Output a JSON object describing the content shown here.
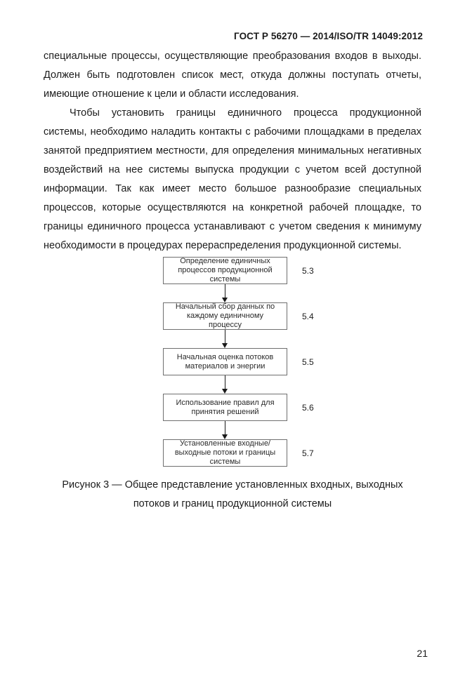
{
  "header": {
    "title": "ГОСТ Р 56270 — 2014/ISO/TR 14049:2012"
  },
  "paragraphs": [
    {
      "text": "специальные процессы, осуществляющие преобразования входов в выходы. Должен быть подготовлен список мест, откуда должны поступать отчеты, имеющие отношение к цели и области исследования."
    },
    {
      "text": "Чтобы установить границы единичного процесса продукционной системы, необходимо наладить контакты с рабочими площадками в пределах занятой предприятием местности, для определения минимальных негативных воздействий на нее системы выпуска продукции с учетом всей доступной информации. Так как имеет место большое разнообразие специальных процессов, которые осуществляются на конкретной рабочей площадке, то границы единичного процесса устанавливают с учетом сведения к минимуму необходимости в процедурах перераспределения продукционной системы."
    }
  ],
  "flowchart": {
    "steps": [
      {
        "label": "Определение единичных процессов продукционной системы",
        "ref": "5.3"
      },
      {
        "label": "Начальный сбор данных по каждому единичному процессу",
        "ref": "5.4"
      },
      {
        "label": "Начальная оценка потоков материалов и энергии",
        "ref": "5.5"
      },
      {
        "label": "Использование правил для принятия решений",
        "ref": "5.6"
      },
      {
        "label": "Установленные входные/выходные потоки и границы системы",
        "ref": "5.7"
      }
    ]
  },
  "caption": "Рисунок 3 — Общее представление установленных входных, выходных потоков и границ продукционной системы",
  "page_number": "21",
  "colors": {
    "text": "#1c1c1c",
    "box_border": "#6f6f6f",
    "arrow": "#1a1a1a",
    "background": "#ffffff"
  }
}
